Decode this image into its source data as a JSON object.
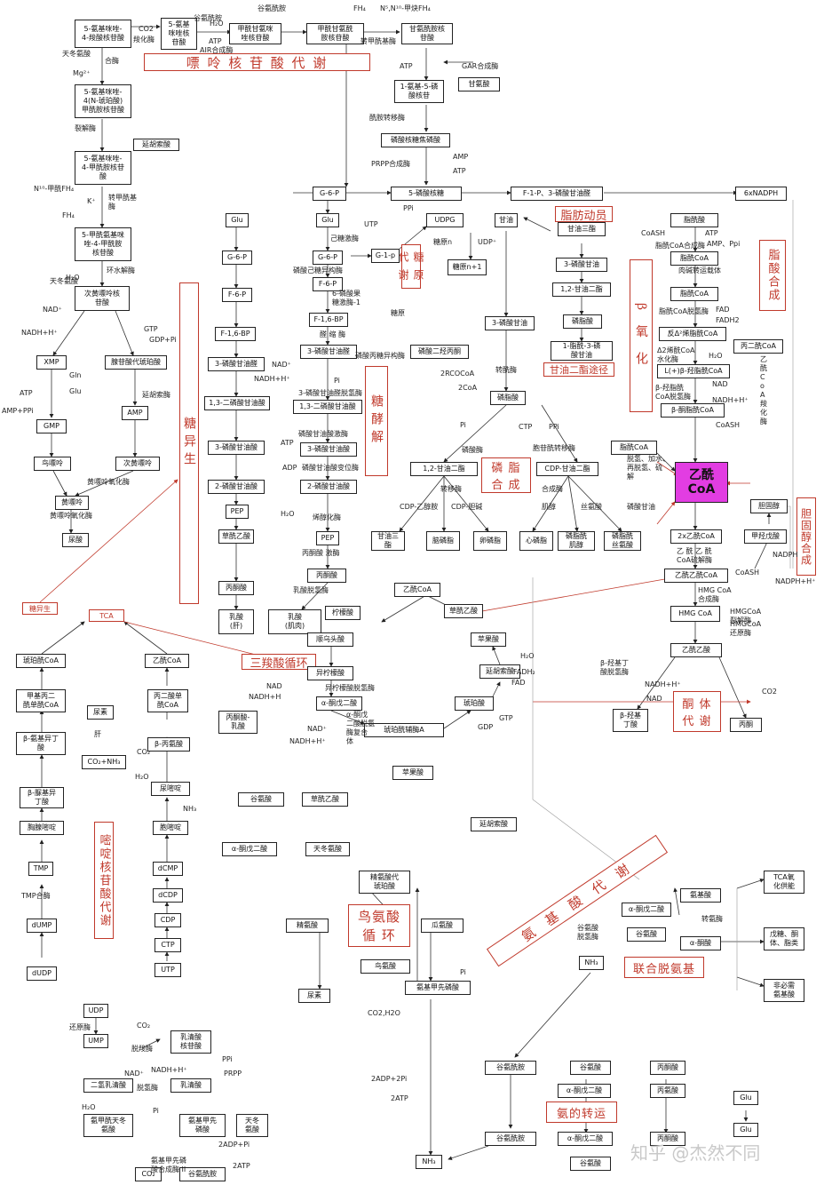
{
  "regions": {
    "purine": "嘌 呤 核 苷 酸 代 谢",
    "glycogen": "糖\n原\n代\n谢",
    "gluconeo": "糖异生",
    "fat_mobilize": "脂肪动员",
    "beta_ox": "β\n氧\n化",
    "fa_synth": "脂酸合成",
    "glycolysis": "糖酵解",
    "phospholipid": "磷 脂\n合 成",
    "tg_pathway": "甘油二酯途径",
    "tca": "三羧酸循环",
    "ketone": "酮 体\n代 谢",
    "chol_synth": "胆固醇合成",
    "pyrimidine": "嘧啶核苷酸代谢",
    "urea": "鸟氨酸\n循 环",
    "amino": "氨 基 酸 代 谢",
    "deamination": "联合脱氨基",
    "ammonia_transport": "氨的转运",
    "hub": "乙酰\nCoA"
  },
  "boxes": {
    "p1": "5-氨基咪唑-\n4-羧酸核苷酸",
    "p2": "5-氨基\n咪唑核\n苷酸",
    "p3": "甲酰甘氨咪\n唑核苷酸",
    "p4": "甲酰甘氨酰\n胺核苷酸",
    "p5": "甘氨酰胺核\n苷酸",
    "p6": "1-氨基-5-磷\n酸核苷",
    "p7": "磷酸核糖焦磷酸",
    "p8": "5-氨基咪唑-\n4(N-琥珀酸)\n甲酰胺核苷酸",
    "p9": "延胡索酸",
    "p10": "5-氨基咪唑-\n4-甲酰胺核苷\n酸",
    "p11": "5-甲酰氨基咪\n唑-4-甲酰胺\n核苷酸",
    "p12": "次黄嘌呤核\n苷酸",
    "p13": "XMP",
    "p14": "GMP",
    "p15": "腺苷酸代琥珀酸",
    "p16": "AMP",
    "p17": "鸟嘌呤",
    "p18": "次黄嘌呤",
    "p19": "黄嘌呤",
    "p20": "尿酸",
    "gly": "甘氨酸",
    "r5p": "5-磷酸核糖",
    "g6p_top": "G-6-P",
    "f1p": "F-1-P、3-磷酸甘油醛",
    "nadph6": "6xNADPH",
    "glu_l": "Glu",
    "g6p_l": "G-6-P",
    "f6p_l": "F-6-P",
    "f16bp_l": "F-1,6-BP",
    "g3p_l": "3-磷酸甘油醛",
    "bpg_l": "1,3-二磷酸甘油酸",
    "pg3_l": "3-磷酸甘油酸",
    "pg2_l": "2-磷酸甘油酸",
    "pep_l": "PEP",
    "oaa_l": "草酰乙酸",
    "pyr_l": "丙酮酸",
    "lac_l": "乳酸\n(肝)",
    "glu_m": "Glu",
    "g6p_m": "G-6-P",
    "f6p_m": "F-6-P",
    "f16bp_m": "F-1,6-BP",
    "g3p_m": "3-磷酸甘油醛",
    "bpg_m": "1,3-二磷酸甘油酸",
    "pg3_m": "3-磷酸甘油酸",
    "pg2_m": "2-磷酸甘油酸",
    "pep_m": "PEP",
    "pyr_m": "丙酮酸",
    "lac_m": "乳酸\n(肌肉)",
    "g1p": "G-1-p",
    "udpg": "UDPG",
    "glycogen_n1": "糖原n+1",
    "dhap": "磷酸二羟丙酮",
    "glycerol": "甘油",
    "tg": "甘油三酯",
    "g3p_gly": "3-磷酸甘油",
    "pa12": "1,2-甘油二酯",
    "pa": "磷脂酸",
    "pa1": "1-脂酰-3-磷\n酸甘油",
    "g3p_p": "3-磷酸甘油",
    "pa_mid": "磷脂酸",
    "dg12": "1,2-甘油二酯",
    "cdpdg": "CDP-甘油二酯",
    "pl1": "甘油三\n酯",
    "pl2": "脑磷脂",
    "pl3": "卵磷脂",
    "pl4": "心磷脂",
    "pl5": "磷脂酰\n肌醇",
    "pl6": "磷脂酰\n丝氨酸",
    "fa": "脂酰酸",
    "facoa": "脂酰CoA",
    "facoa2": "脂酰CoA",
    "enoyl": "反Δ²烯脂酰CoA",
    "hydroxy": "L(+)β-羟脂酰CoA",
    "keto": "β-酮脂酰CoA",
    "facoa3": "脂酰CoA",
    "malonyl": "丙二酰CoA",
    "acac": "2x乙酰CoA",
    "acetoacetyl": "乙酰乙酰CoA",
    "hmgcoa": "HMG CoA",
    "acetoacetate": "乙酰乙酸",
    "bhb": "β-羟基\n丁酸",
    "acetone": "丙酮",
    "chol": "胆固醇",
    "meval": "甲羟戊酸",
    "accoa_tca": "乙酰CoA",
    "citrate": "柠檬酸",
    "oaa_tca": "草酰乙酸",
    "malate": "苹果酸",
    "fumarate": "延胡索酸",
    "succinate": "琥珀酸",
    "succoa": "琥珀酰辅酶A",
    "akg": "α-酮戊二酸",
    "isocit": "异柠檬酸",
    "cis": "顺乌头酸",
    "pyr_tca": "丙酮酸-\n乳酸",
    "gluconeo_box": "糖异生",
    "tca_box": "TCA",
    "succoa_l": "琥珀酰CoA",
    "mmcoa": "甲基丙二\n酰单酰CoA",
    "baib_l": "β-氨基异丁\n酸",
    "baib_uf": "β-脲基异\n丁酸",
    "dhthy": "胸腺嘧啶",
    "tmp": "TMP",
    "dump": "dUMP",
    "dudp": "dUDP",
    "accoa_l": "乙酰CoA",
    "malsemi": "丙二酸单\n酰CoA",
    "bala": "β-丙氨酸",
    "co2nh3": "CO₂+NH₃",
    "urea_p": "尿素",
    "ureidopro": "尿嘧啶",
    "cytosine": "胞嘧啶",
    "dcmp": "dCMP",
    "dcdp": "dCDP",
    "cdp": "CDP",
    "ctp": "CTP",
    "utp": "UTP",
    "udp": "UDP",
    "ump": "UMP",
    "orotidylate": "乳清酸\n核苷酸",
    "orotate": "乳清酸",
    "dhorotate": "二氢乳清酸",
    "carbasp": "氨甲酰天冬\n氨酸",
    "carbp": "氨基甲先\n磷酸",
    "asp_l": "天冬\n氨酸",
    "co2_b": "CO₂",
    "gln_b": "谷氨酰胺",
    "malate_u": "苹果酸",
    "fumarate_u": "延胡索酸",
    "glu_u": "谷氨酸",
    "oaa_u": "草酰乙酸",
    "akg_u": "α-酮戊二酸",
    "asp_u": "天冬氨酸",
    "argsucc": "精氨酸代\n琥珀酸",
    "arg": "精氨酸",
    "cit": "瓜氨酸",
    "orn": "鸟氨酸",
    "urea_u": "尿素",
    "carbp_u": "氨基甲先磷酸",
    "akg_d": "α-酮戊二酸",
    "glu_d": "谷氨酸",
    "aa": "氨基酸",
    "ketoacid": "α-酮酸",
    "nh3_d": "NH₃",
    "tca_ox": "TCA氧\n化供能",
    "sugar": "戊糖、酮\n体、脂类",
    "nonessential": "非必需\n氨基酸",
    "gln_t": "谷氨酰胺",
    "glu_t1": "谷氨酸",
    "akg_t1": "α-酮戊二酸",
    "pyr_t": "丙酮酸",
    "ala_t": "丙氨酸",
    "glu_t2": "谷氨酰胺",
    "akg_t2": "α-酮戊二酸",
    "glu_t3": "谷氨酸",
    "pyr_t2": "丙酮酸",
    "glc_t": "Glu",
    "glc_t2": "Glu",
    "nh3_b": "NH₃"
  },
  "labels": {
    "co2": "CO2",
    "carboxylase": "羧化酶",
    "asp": "天冬氨酸",
    "synthase": "合酶",
    "mg": "Mg²⁺",
    "lyase": "裂解酶",
    "n10": "N¹⁰-甲酰FH₄",
    "kplus": "K⁺",
    "fh4": "FH₄",
    "transformylase": "转甲酰基\n酶",
    "h2o": "H₂O",
    "cyclo": "环水解酶",
    "nad": "NAD⁺",
    "nadh": "NADH+H⁺",
    "gtp": "GTP",
    "gdp": "GDP+Pi",
    "gln": "Gln",
    "glu": "Glu",
    "atp": "ATP",
    "amppi": "AMP+PPi",
    "lyase2": "延胡索酶",
    "xo": "黄嘌呤氧化酶",
    "xo2": "黄嘌呤氧化酶",
    "asp2": "天冬氨酸",
    "gln_top": "谷氨酰胺",
    "gln2": "谷氨酰胺",
    "fh4_top": "FH₄",
    "n10_top": "N⁵,N¹⁰-甲炔FH₄",
    "atp_top": "ATP",
    "air": "AIR合成酶",
    "h2o_top": "H₂O",
    "gar": "GAR合成酶",
    "amidotrans": "酰胺转移酶",
    "amp": "AMP",
    "atp2": "ATP",
    "prpp": "PRPP合成酶",
    "atp3": "ATP",
    "formyl": "转甲酰基酶",
    "udp_lab": "UDP⁺",
    "utp": "UTP",
    "ppi": "PPi",
    "glycogen_n": "糖原n",
    "glycogen": "糖原",
    "hexokinase": "己糖激酶",
    "pgm": "磷酸己糖异构酶",
    "pfk": "6-磷酸果\n糖激酶-1",
    "aldolase": "醛 缩 酶",
    "tpi": "磷酸丙糖异构酶",
    "gapdh": "3-磷酸甘油醛脱氢酶",
    "pgk": "磷酸甘油酸激酶",
    "pgam": "磷酸甘油酸变位酶",
    "enolase": "烯醇化酶",
    "pk": "丙酮酸 激酶",
    "ldh": "乳酸脱氢酶",
    "nad2": "NAD⁺",
    "nadh2": "NADH+H⁺",
    "pi": "Pi",
    "adp": "ADP",
    "atp4": "ATP",
    "h2o2": "H₂O",
    "coash": "CoASH",
    "atp5": "ATP",
    "amp_ppi": "AMP、Ppi",
    "acs": "脂酰CoA合成酶",
    "carnitine": "肉碱转运载体",
    "acad": "脂酰CoA脱氢酶",
    "fad": "FAD",
    "fadh2": "FADH2",
    "enoyl_h": "Δ2烯酰CoA\n水化酶",
    "h2o3": "H₂O",
    "hadh": "β-羟脂酰\nCoA脱氢酶",
    "nad3": "NAD",
    "nadh3": "NADH+H⁺",
    "coash2": "CoASH",
    "acc": "乙\n酰\nC\no\nA\n羧\n化\n酶",
    "rcocoa": "2RCOCoA",
    "coa2": "2CoA",
    "transferase": "转酰酶",
    "pi2": "Pi",
    "ctp": "CTP",
    "ppi2": "PPi",
    "phosphatase": "磷酸酶",
    "cdptrans": "胞苷酰转移酶",
    "synthase2": "合成酶",
    "transferase2": "转移酶",
    "cdpchol": "CDP-乙醇胺",
    "cdpcho2": "CDP-胆碱",
    "inositol": "肌醇",
    "ser": "丝氨酸",
    "pgly": "磷酸甘油",
    "fa_synth_lab": "脱氢、加水、\n再脱氢、硫\n解",
    "thiolase": "乙 酰 乙 酰\nCoA硫解酶",
    "hmgsyn": "HMG CoA\n合成酶",
    "hmglyase": "HMGCoA\n裂解酶",
    "hmgred": "HMGCoA\n还原酶",
    "coash3": "CoASH",
    "nadph": "NADPH",
    "nadph2": "NADPH+H⁺",
    "bhbdh": "β-羟基丁\n酸脱氢酶",
    "nadh4": "NADH+H⁺",
    "nad4": "NAD",
    "co2_k": "CO2",
    "h2o4": "H₂O",
    "fad2": "FAD",
    "fadh": "FADH₂",
    "gtp2": "GTP",
    "gdp2": "GDP",
    "nad5": "NAD",
    "nadh5": "NADH+H",
    "nad6": "NAD⁺",
    "nadh6": "NADH+H⁺",
    "idh": "异柠檬酸脱氢酶",
    "akgdh": "α-酮戊\n二酸脱氢\n酶复合\n体",
    "liver": "肝",
    "co2_p": "CO₂",
    "nh3": "NH₃",
    "h2o5": "H₂O",
    "tmpsyn": "TMP合酶",
    "reductase": "还原酶",
    "co2_2": "CO₂",
    "decarb": "脱羧酶",
    "ppi3": "PPi",
    "prpp2": "PRPP",
    "nad7": "NAD⁺",
    "nadh7": "NADH+H⁺",
    "dehyd": "脱氢酶",
    "h2o6": "H₂O",
    "pi3": "Pi",
    "adp2": "2ADP+Pi",
    "atp6": "2ATP",
    "carbsyn": "氨基甲先磷\n酸合成酶 II",
    "pi4": "Pi",
    "co2h2o": "CO2,H2O",
    "adppi": "2ADP+2Pi",
    "atp7": "2ATP",
    "transam": "转氨酶",
    "gdh": "谷氨酸\n脱氢酶"
  },
  "watermark": "知乎 @杰然不同"
}
